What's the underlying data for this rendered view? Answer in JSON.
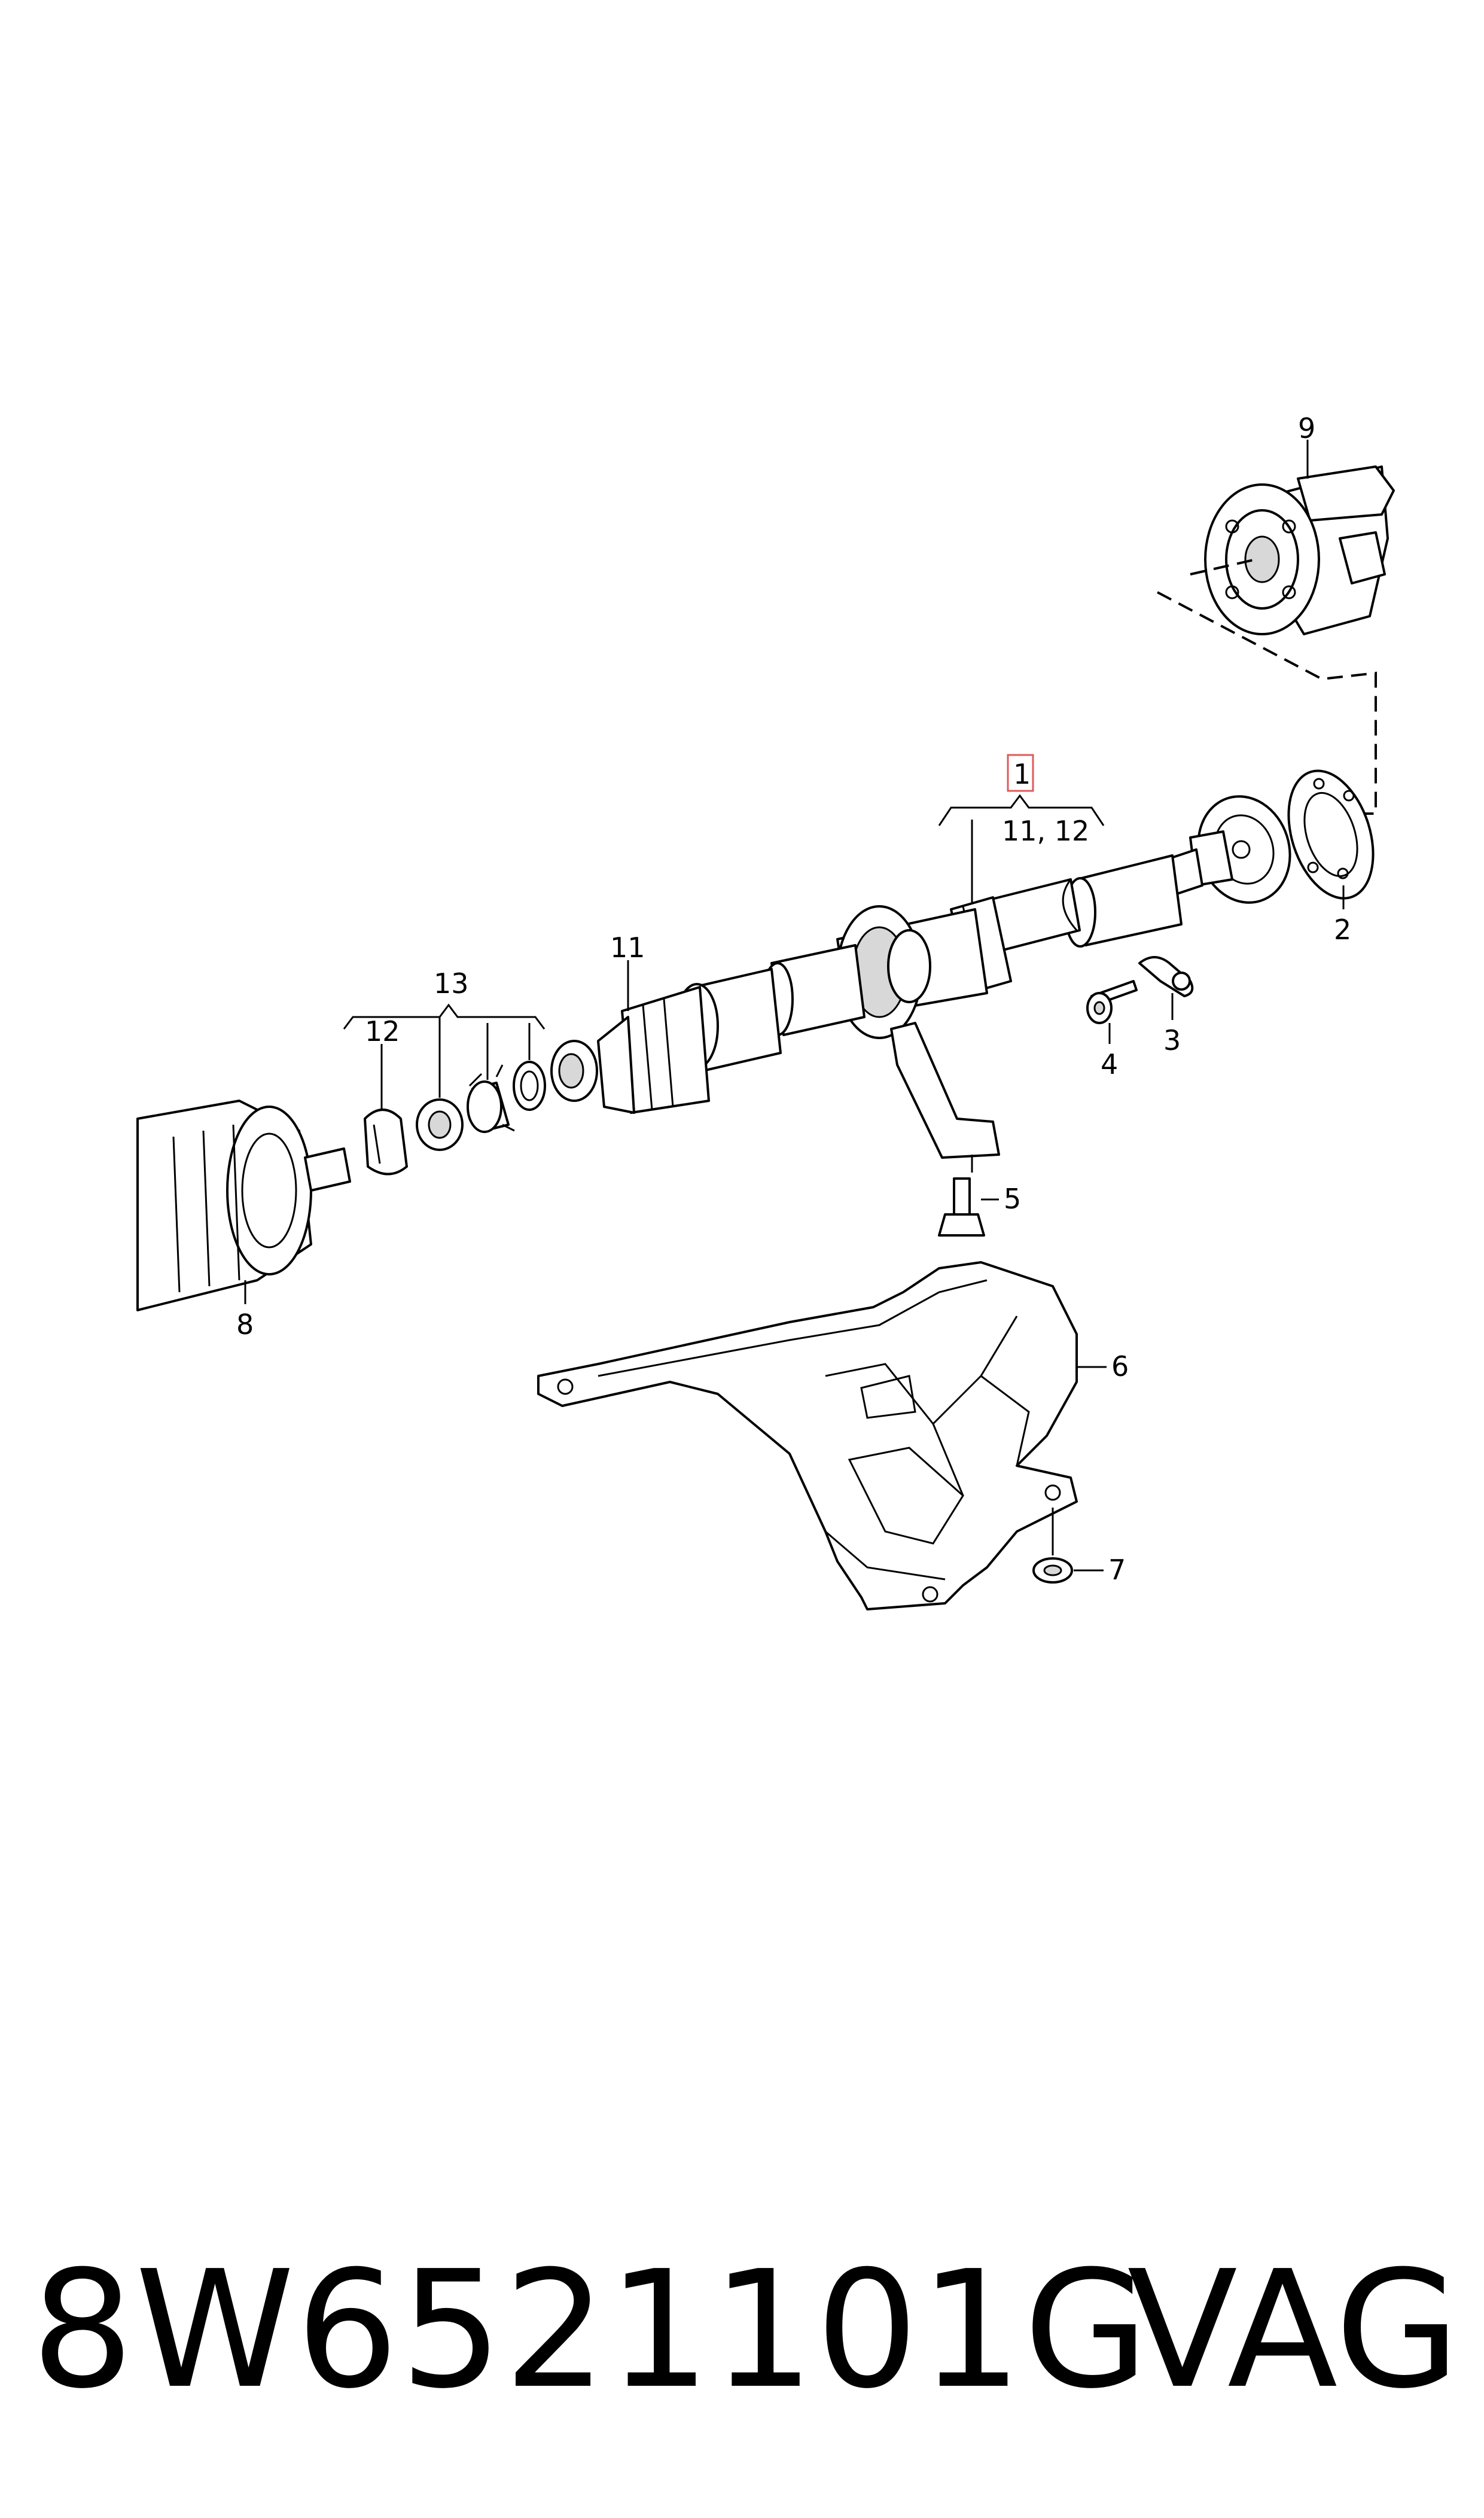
{
  "diagram": {
    "callouts": {
      "c1": "1",
      "c1_sub": "11, 12",
      "c2": "2",
      "c3": "3",
      "c4": "4",
      "c5": "5",
      "c6": "6",
      "c7": "7",
      "c8": "8",
      "c9": "9",
      "c11": "11",
      "c12": "12",
      "c13": "13"
    },
    "highlight_color": "#e05a5a"
  },
  "footer": {
    "part_number": "8W6521101G",
    "brand": "VAG"
  }
}
